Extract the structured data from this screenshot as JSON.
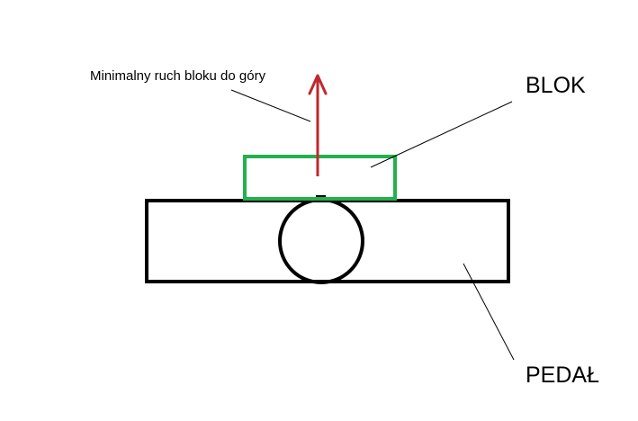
{
  "labels": {
    "movement_note": "Minimalny ruch bloku do góry",
    "block": "BLOK",
    "pedal": "PEDAŁ"
  },
  "colors": {
    "block_outline": "#22b14c",
    "arrow": "#c0282d",
    "outline": "#000000",
    "background": "#ffffff"
  }
}
